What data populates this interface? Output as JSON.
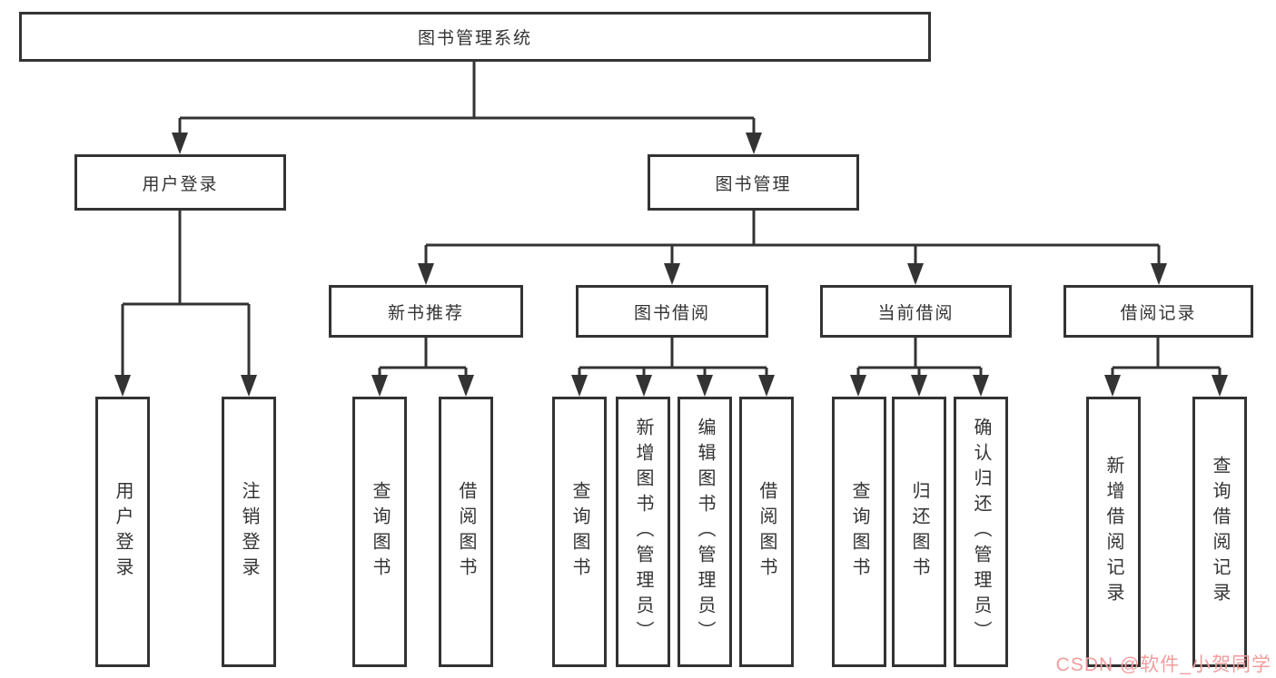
{
  "diagram_type": "hierarchy-chart",
  "colors": {
    "line": "#333333",
    "text": "#333333",
    "background": "#ffffff",
    "watermark": "#f19d9d"
  },
  "tree": {
    "label": "图书管理系统",
    "children": [
      {
        "label": "用户登录",
        "children": [
          {
            "label": "用户登录"
          },
          {
            "label": "注销登录"
          }
        ]
      },
      {
        "label": "图书管理",
        "children": [
          {
            "label": "新书推荐",
            "children": [
              {
                "label": "查询图书"
              },
              {
                "label": "借阅图书"
              }
            ]
          },
          {
            "label": "图书借阅",
            "children": [
              {
                "label": "查询图书"
              },
              {
                "label": "新增图书（管理员）"
              },
              {
                "label": "编辑图书（管理员）"
              },
              {
                "label": "借阅图书"
              }
            ]
          },
          {
            "label": "当前借阅",
            "children": [
              {
                "label": "查询图书"
              },
              {
                "label": "归还图书"
              },
              {
                "label": "确认归还（管理员）"
              }
            ]
          },
          {
            "label": "借阅记录",
            "children": [
              {
                "label": "新增借阅记录"
              },
              {
                "label": "查询借阅记录"
              }
            ]
          }
        ]
      }
    ]
  },
  "watermark": {
    "text": "CSDN @软件_小贺同学"
  }
}
